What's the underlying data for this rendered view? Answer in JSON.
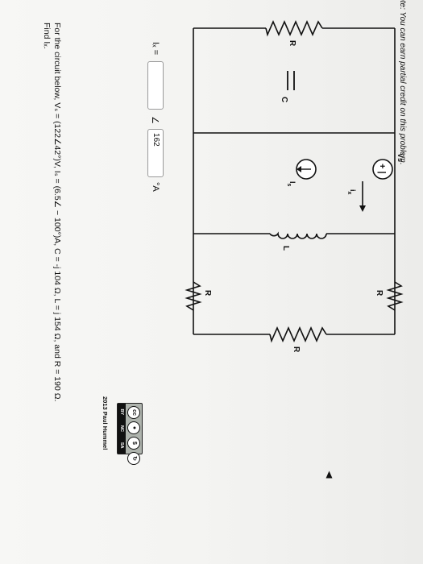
{
  "problem": {
    "line1": "For the circuit below, Vₛ = (122∠42°)V, Iₛ = (6.5∠ − 100°)A, C = -j 104 Ω, L = j 154 Ω, and R = 190 Ω.",
    "line2": "Find Iₓ."
  },
  "circuit": {
    "vs_label": "Vs",
    "ix_label": "i",
    "ix_sub": "x",
    "r_label": "R",
    "c_label": "C",
    "l_label": "L",
    "is_label": "I",
    "is_sub": "s"
  },
  "credit": {
    "author": "2013 Paul Hummel",
    "badge": {
      "by": "BY",
      "nc": "NC",
      "sa": "SA",
      "cc": "cc"
    }
  },
  "answer": {
    "label": "Iₓ =",
    "magnitude_value": "",
    "angle_symbol": "∠",
    "angle_value": "162",
    "unit": "°A"
  },
  "note": "Note: You can earn partial credit on this problem.",
  "colors": {
    "text": "#111111",
    "badge_bg": "#aeb3ad",
    "input_border": "#9a9a9a"
  }
}
